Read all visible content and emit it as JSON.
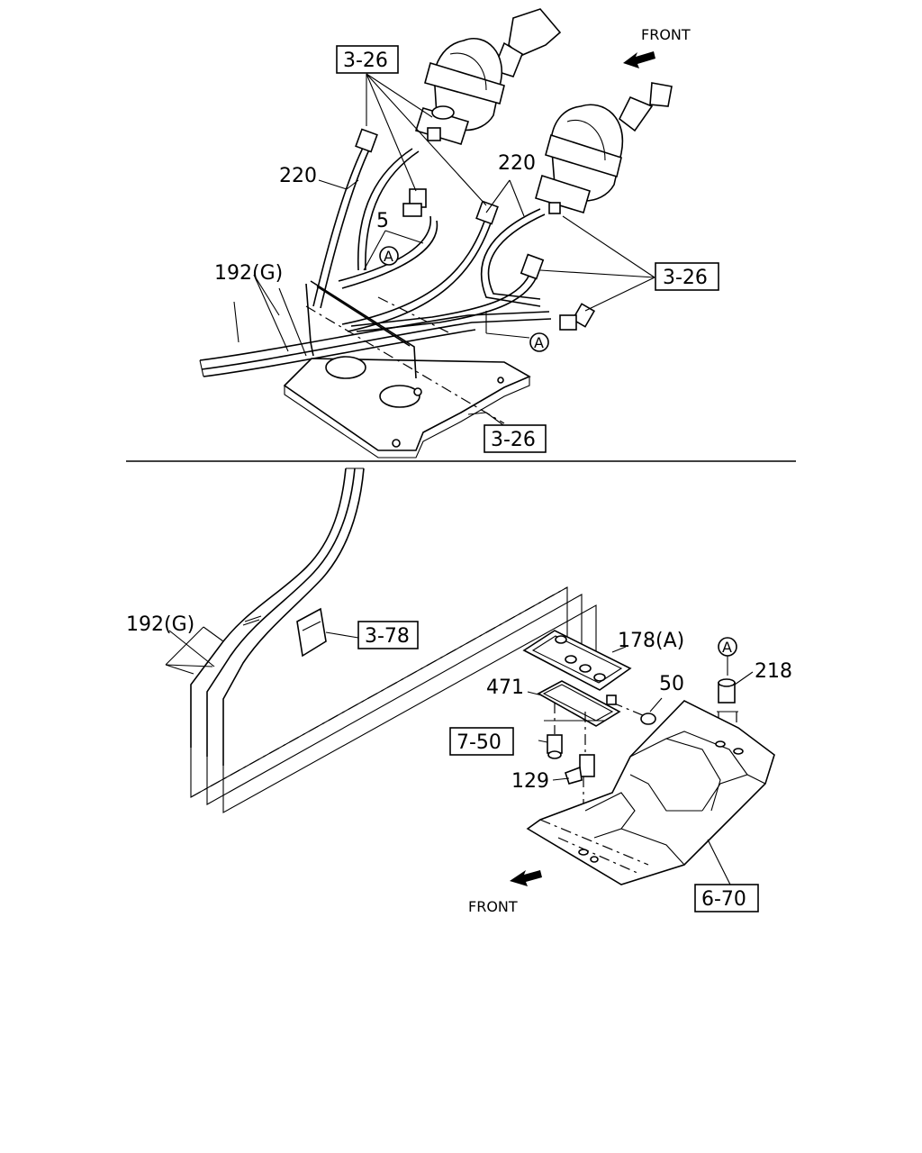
{
  "labels": {
    "front_top": "FRONT",
    "front_bottom": "FRONT",
    "ref_3_26_a": "3-26",
    "ref_3_26_b": "3-26",
    "ref_3_26_c": "3-26",
    "ref_3_78": "3-78",
    "ref_7_50": "7-50",
    "ref_6_70": "6-70",
    "part_220_a": "220",
    "part_220_b": "220",
    "part_5": "5",
    "part_192g_a": "192(G)",
    "part_192g_b": "192(G)",
    "part_178a": "178(A)",
    "part_471": "471",
    "part_50": "50",
    "part_218": "218",
    "part_129": "129",
    "circle_a_1": "A",
    "circle_a_2": "A",
    "circle_a_3": "A"
  }
}
